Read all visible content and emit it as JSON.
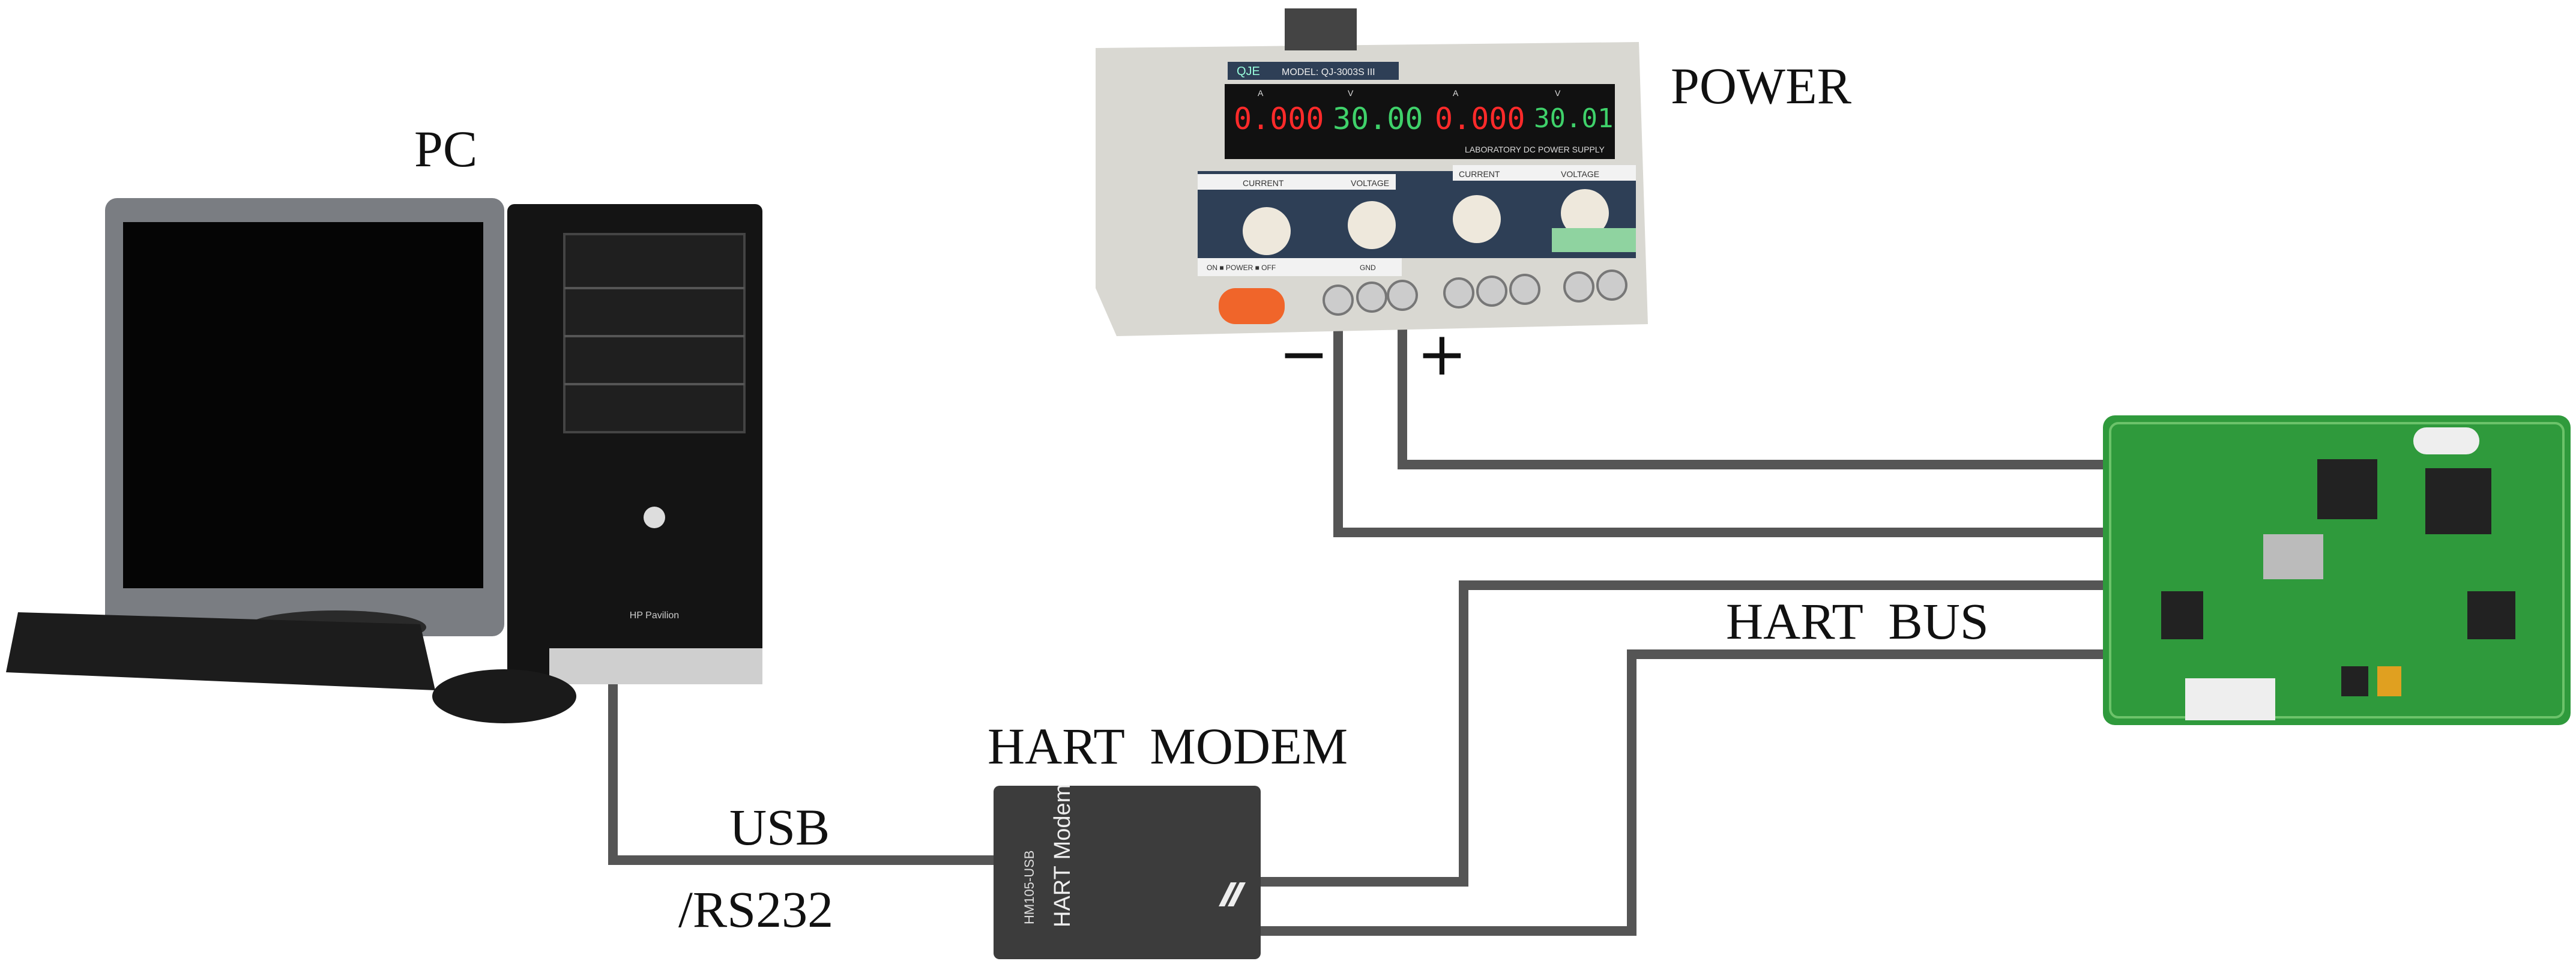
{
  "labels": {
    "pc": "PC",
    "power": "POWER",
    "hart_modem": "HART  MODEM",
    "hart_bus": "HART  BUS",
    "usb": "USB",
    "rs232": "/RS232",
    "minus": "−",
    "plus": "+"
  },
  "power_supply": {
    "brand": "QJE",
    "model": "MODEL: QJ-3003S III",
    "display_1_current": "0.000",
    "display_1_voltage": "30.00",
    "display_2_current": "0.000",
    "display_2_voltage": "30.01",
    "unit_a": "A",
    "unit_v": "V",
    "caption": "LABORATORY DC POWER SUPPLY",
    "knob_label_current": "CURRENT",
    "knob_label_voltage": "VOLTAGE",
    "power_switch_label": "ON ■ POWER ■ OFF",
    "gnd": "GND"
  },
  "modem": {
    "model": "HM105-USB",
    "name": "HART Modem"
  },
  "pc": {
    "brand": "HP Pavilion"
  },
  "colors": {
    "wire": "#555555",
    "modem_body": "#3c3c3c",
    "pcb_green": "#2f9a3c",
    "display_red": "#ff2a2a",
    "display_green": "#3fd16a"
  }
}
